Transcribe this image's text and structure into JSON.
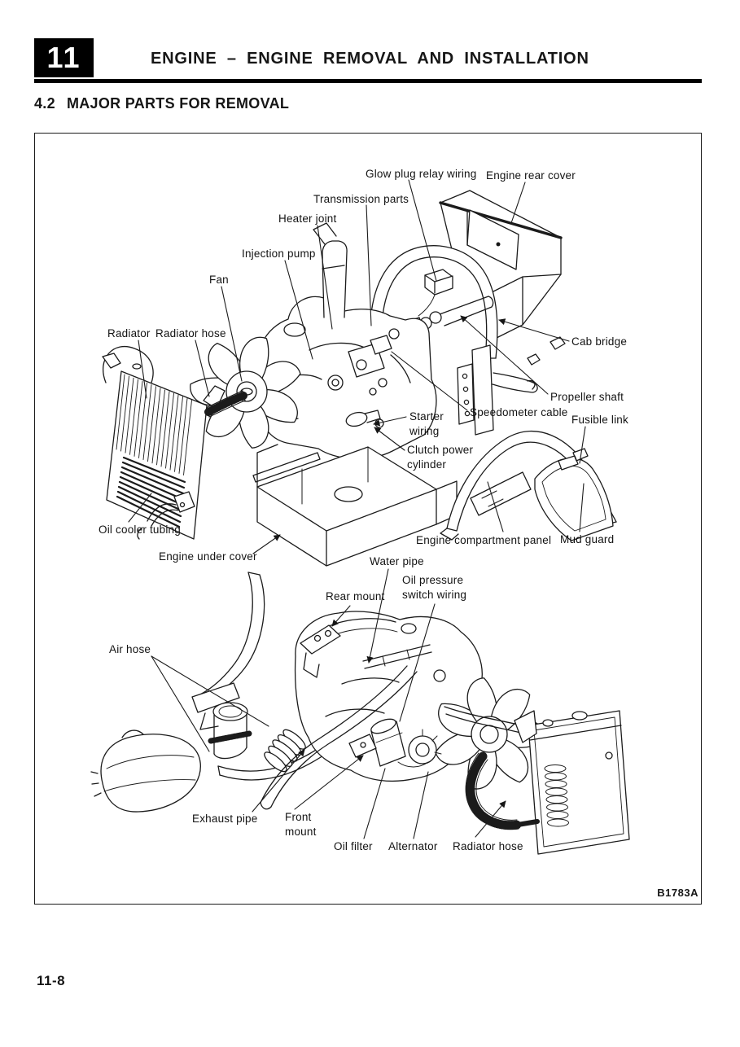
{
  "page": {
    "chapter_tab": "11",
    "header_title": "ENGINE – ENGINE REMOVAL AND INSTALLATION",
    "section_number": "4.2",
    "section_title": "MAJOR PARTS FOR REMOVAL",
    "page_number": "11-8",
    "colors": {
      "ink": "#161616",
      "paper": "#ffffff"
    }
  },
  "figure": {
    "code": "B1783A",
    "labels": [
      {
        "id": "glow-plug-relay-wiring",
        "text": "Glow plug relay wiring"
      },
      {
        "id": "engine-rear-cover",
        "text": "Engine rear cover"
      },
      {
        "id": "transmission-parts",
        "text": "Transmission parts"
      },
      {
        "id": "heater-joint",
        "text": "Heater joint"
      },
      {
        "id": "injection-pump",
        "text": "Injection pump"
      },
      {
        "id": "fan",
        "text": "Fan"
      },
      {
        "id": "radiator",
        "text": "Radiator"
      },
      {
        "id": "radiator-hose-top",
        "text": "Radiator hose"
      },
      {
        "id": "cab-bridge",
        "text": "Cab bridge"
      },
      {
        "id": "propeller-shaft",
        "text": "Propeller shaft"
      },
      {
        "id": "speedometer-cable",
        "text": "Speedometer cable"
      },
      {
        "id": "fusible-link",
        "text": "Fusible link"
      },
      {
        "id": "starter-wiring",
        "text": "Starter\nwiring"
      },
      {
        "id": "clutch-power-cylinder",
        "text": "Clutch power\ncylinder"
      },
      {
        "id": "oil-cooler-tubing",
        "text": "Oil cooler tubing"
      },
      {
        "id": "engine-under-cover",
        "text": "Engine under cover"
      },
      {
        "id": "engine-compartment-panel",
        "text": "Engine compartment panel"
      },
      {
        "id": "mud-guard",
        "text": "Mud guard"
      },
      {
        "id": "water-pipe",
        "text": "Water pipe"
      },
      {
        "id": "oil-pressure-switch-wiring",
        "text": "Oil pressure\nswitch wiring"
      },
      {
        "id": "rear-mount",
        "text": "Rear mount"
      },
      {
        "id": "air-hose",
        "text": "Air hose"
      },
      {
        "id": "exhaust-pipe",
        "text": "Exhaust pipe"
      },
      {
        "id": "front-mount",
        "text": "Front\nmount"
      },
      {
        "id": "oil-filter",
        "text": "Oil filter"
      },
      {
        "id": "alternator",
        "text": "Alternator"
      },
      {
        "id": "radiator-hose-bottom",
        "text": "Radiator hose"
      }
    ]
  }
}
